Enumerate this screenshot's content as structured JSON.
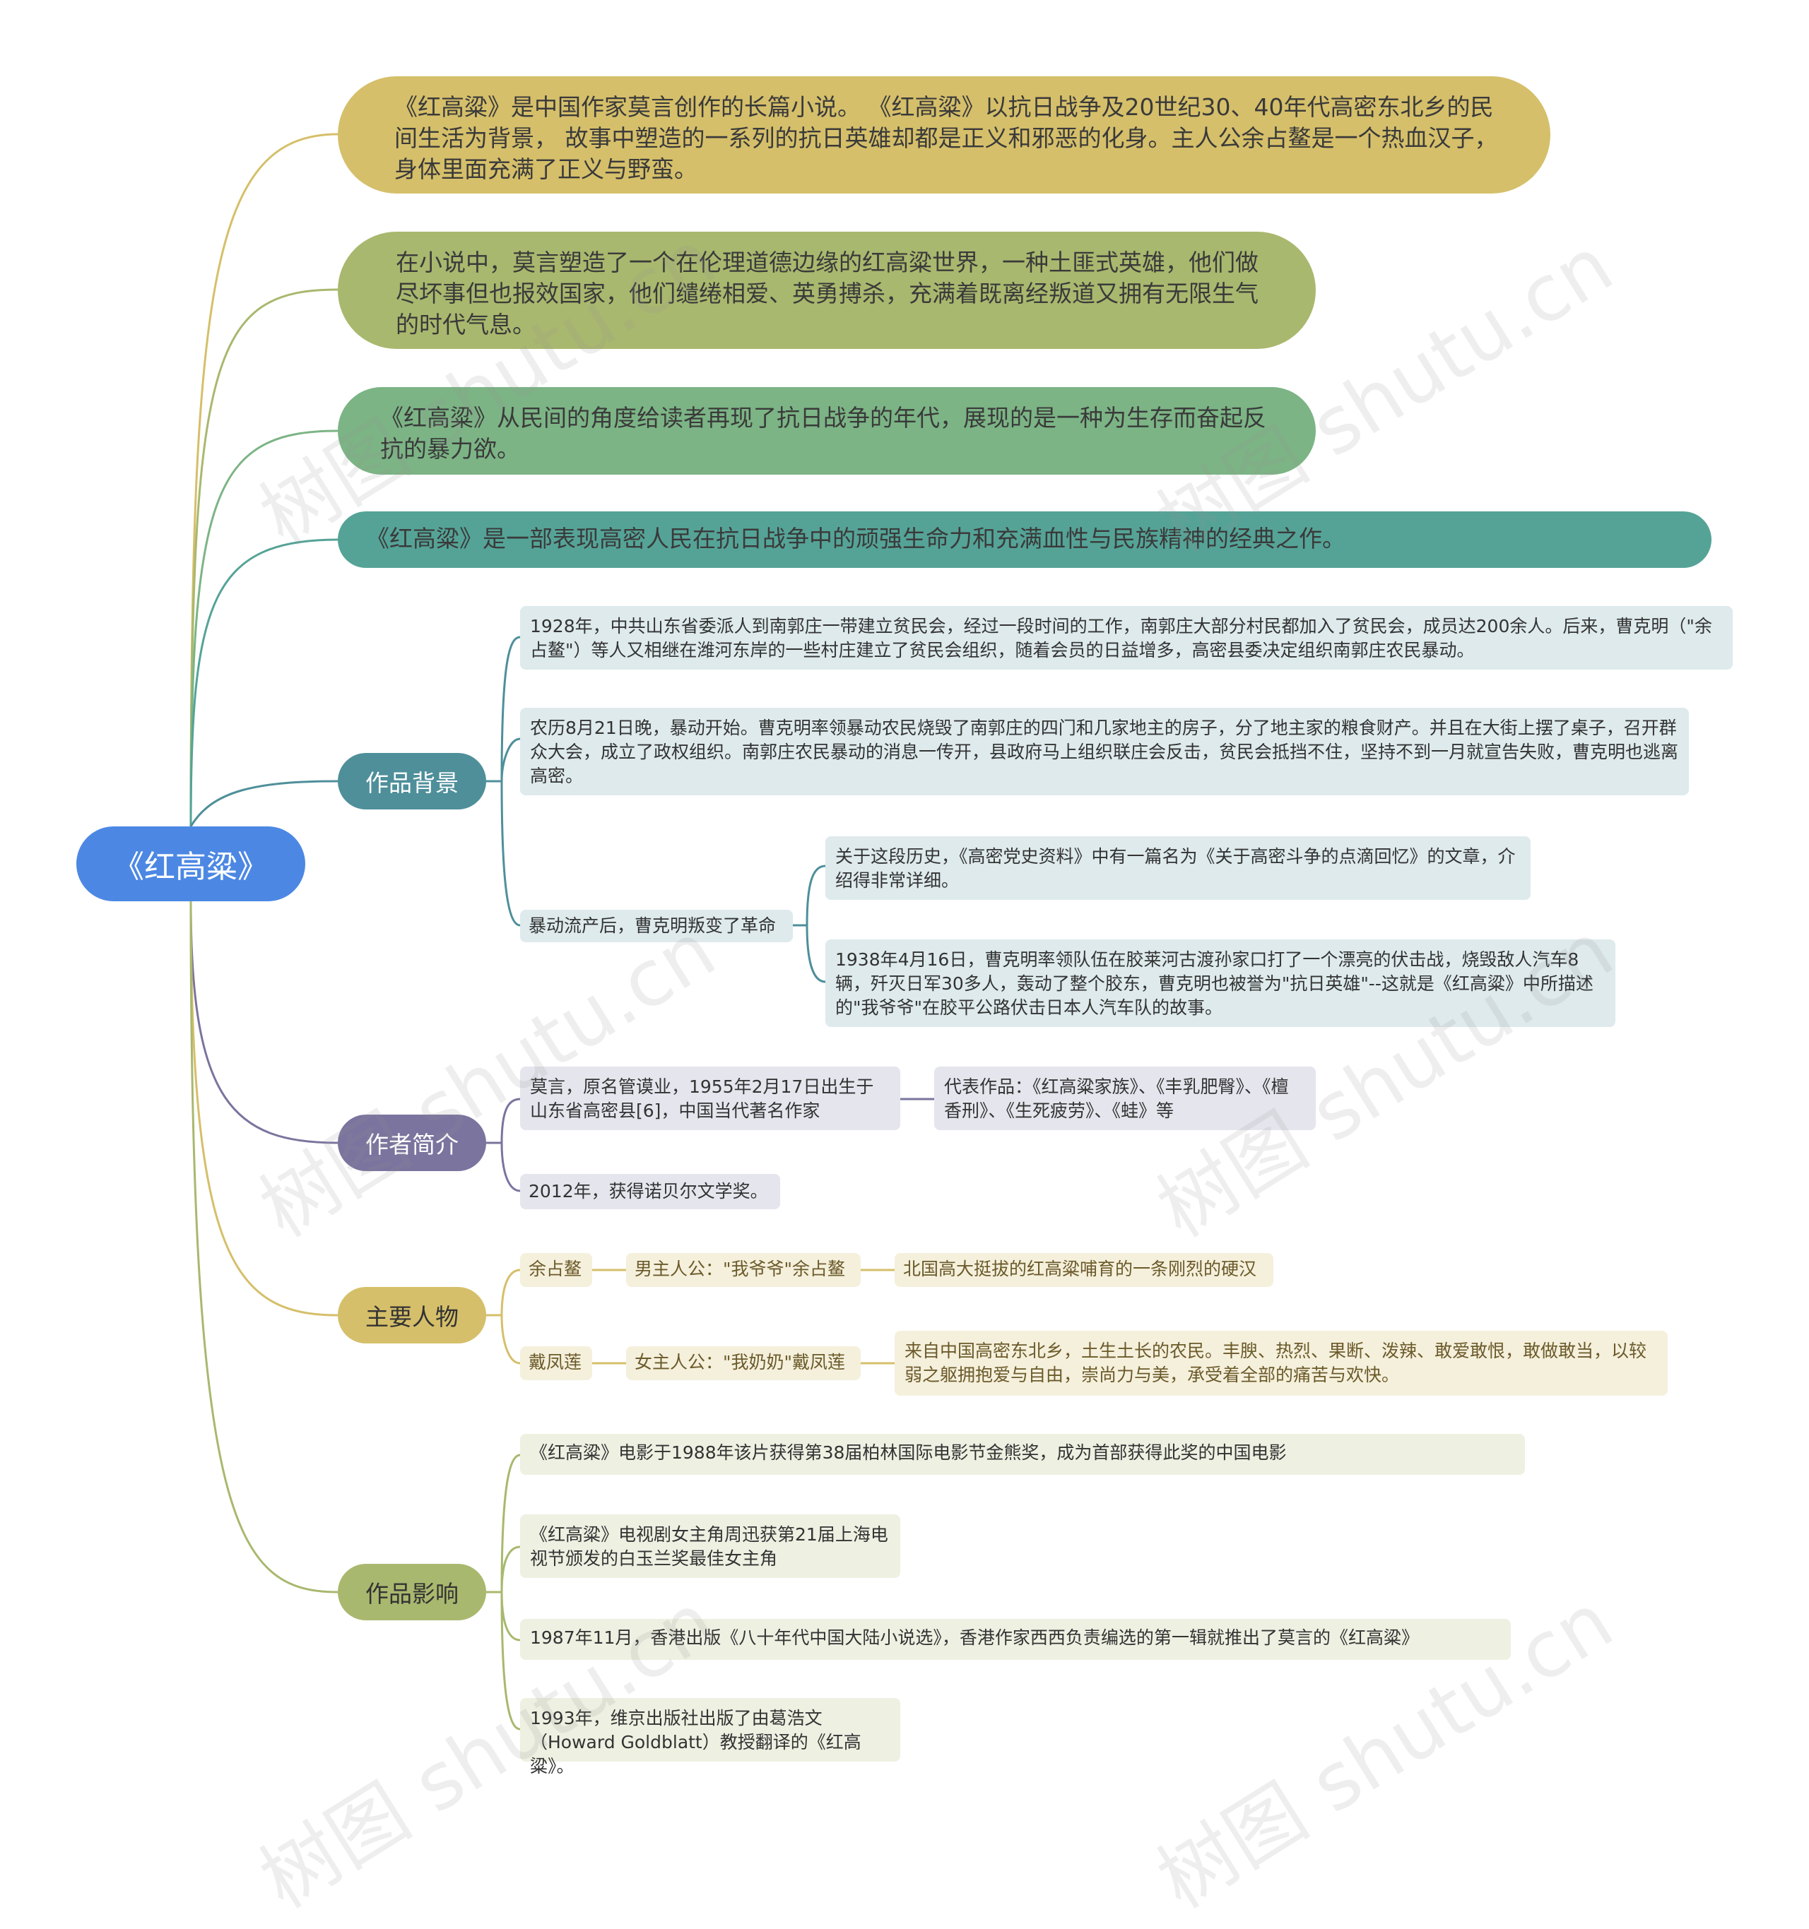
{
  "root": "《红高粱》",
  "summaries": [
    "《红高粱》是中国作家莫言创作的长篇小说。 《红高粱》以抗日战争及20世纪30、40年代高密东北乡的民间生活为背景， 故事中塑造的一系列的抗日英雄却都是正义和邪恶的化身。主人公余占鳌是一个热血汉子，身体里面充满了正义与野蛮。",
    "在小说中，莫言塑造了一个在伦理道德边缘的红高粱世界，一种土匪式英雄，他们做尽坏事但也报效国家，他们缱绻相爱、英勇搏杀，充满着既离经叛道又拥有无限生气的时代气息。",
    "《红高粱》从民间的角度给读者再现了抗日战争的年代，展现的是一种为生存而奋起反抗的暴力欲。",
    "《红高粱》是一部表现高密人民在抗日战争中的顽强生命力和充满血性与民族精神的经典之作。"
  ],
  "background": {
    "label": "作品背景",
    "items": [
      "1928年，中共山东省委派人到南郭庄一带建立贫民会，经过一段时间的工作，南郭庄大部分村民都加入了贫民会，成员达200余人。后来，曹克明（\"余占鳌\"）等人又相继在潍河东岸的一些村庄建立了贫民会组织，随着会员的日益增多，高密县委决定组织南郭庄农民暴动。",
      "农历8月21日晚，暴动开始。曹克明率领暴动农民烧毁了南郭庄的四门和几家地主的房子，分了地主家的粮食财产。并且在大街上摆了桌子，召开群众大会，成立了政权组织。南郭庄农民暴动的消息一传开，县政府马上组织联庄会反击，贫民会抵挡不住，坚持不到一月就宣告失败，曹克明也逃离高密。",
      "暴动流产后，曹克明叛变了革命"
    ],
    "sub": [
      "关于这段历史，《高密党史资料》中有一篇名为《关于高密斗争的点滴回忆》的文章，介绍得非常详细。",
      "1938年4月16日，曹克明率领队伍在胶莱河古渡孙家口打了一个漂亮的伏击战，烧毁敌人汽车8辆，歼灭日军30多人，轰动了整个胶东，曹克明也被誉为\"抗日英雄\"--这就是《红高粱》中所描述的\"我爷爷\"在胶平公路伏击日本人汽车队的故事。"
    ]
  },
  "author": {
    "label": "作者简介",
    "bio": "莫言，原名管谟业，1955年2月17日出生于山东省高密县[6]，中国当代著名作家",
    "works": "代表作品：《红高粱家族》、《丰乳肥臀》、《檀香刑》、《生死疲劳》、《蛙》等",
    "award": "2012年，获得诺贝尔文学奖。"
  },
  "characters": {
    "label": "主要人物",
    "items": [
      {
        "name": "余占鳌",
        "role": "男主人公：\"我爷爷\"余占鳌",
        "desc": "北国高大挺拔的红高粱哺育的一条刚烈的硬汉"
      },
      {
        "name": "戴凤莲",
        "role": "女主人公：\"我奶奶\"戴凤莲",
        "desc": "来自中国高密东北乡，土生土长的农民。丰腴、热烈、果断、泼辣、敢爱敢恨，敢做敢当，以较弱之躯拥抱爱与自由，崇尚力与美，承受着全部的痛苦与欢快。"
      }
    ]
  },
  "influence": {
    "label": "作品影响",
    "items": [
      "《红高粱》电影于1988年该片获得第38届柏林国际电影节金熊奖，成为首部获得此奖的中国电影",
      "《红高粱》电视剧女主角周迅获第21届上海电视节颁发的白玉兰奖最佳女主角",
      "1987年11月，香港出版《八十年代中国大陆小说选》，香港作家西西负责编选的第一辑就推出了莫言的《红高粱》",
      "1993年，维京出版社出版了由葛浩文（Howard Goldblatt）教授翻译的《红高粱》。"
    ]
  },
  "watermark": "树图 shutu.cn",
  "colors": {
    "root": "#4c88e3",
    "background": "#4e8f9a",
    "author": "#7a749e",
    "characters": "#d5bf6a",
    "influence": "#a8b86e"
  }
}
